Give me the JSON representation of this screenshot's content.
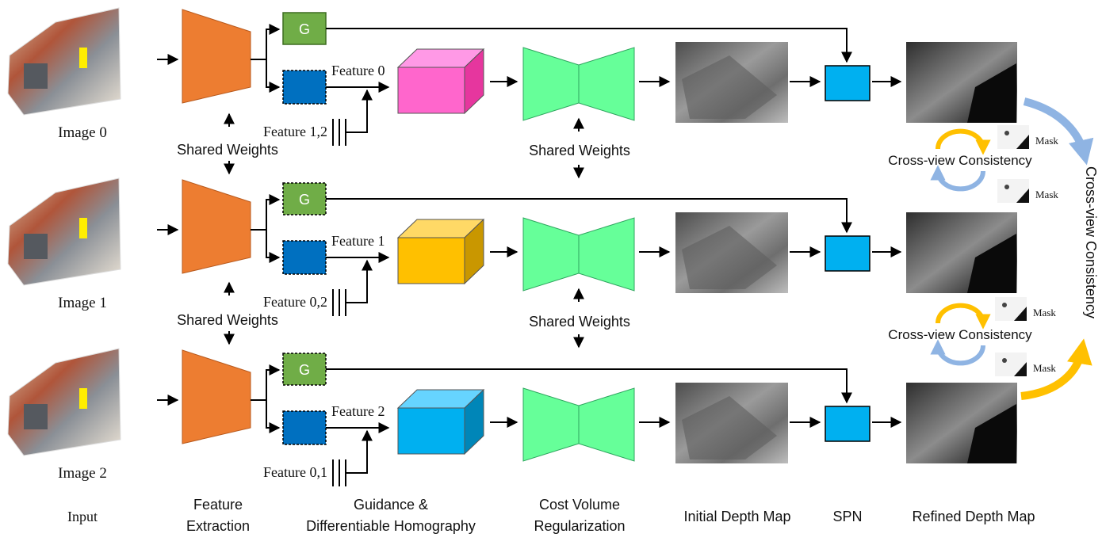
{
  "rows": [
    {
      "image_label": "Image 0",
      "feature_label": "Feature 0",
      "other_features_label": "Feature 1,2",
      "volume_color": "#ff66cc",
      "volume_top": "#ff99e6",
      "volume_side": "#e6369e"
    },
    {
      "image_label": "Image 1",
      "feature_label": "Feature 1",
      "other_features_label": "Feature 0,2",
      "volume_color": "#ffc000",
      "volume_top": "#ffd966",
      "volume_side": "#c99700"
    },
    {
      "image_label": "Image 2",
      "feature_label": "Feature 2",
      "other_features_label": "Feature 0,1",
      "volume_color": "#00b0f0",
      "volume_top": "#66d4ff",
      "volume_side": "#0086b8"
    }
  ],
  "guidance_label": "G",
  "shared_weights_label": "Shared Weights",
  "cross_view_label": "Cross-view Consistency",
  "mask_label": "Mask",
  "stage_labels": {
    "input": "Input",
    "feature_extraction": [
      "Feature",
      "Extraction"
    ],
    "guidance_homography": [
      "Guidance &",
      "Differentiable Homography"
    ],
    "cost_volume": [
      "Cost Volume",
      "Regularization"
    ],
    "initial_depth": "Initial Depth Map",
    "spn": "SPN",
    "refined_depth": "Refined Depth Map"
  },
  "colors": {
    "encoder": "#ed7d31",
    "guidance_box": "#70ad47",
    "feature_box": "#0070c0",
    "regularization": "#66ff99",
    "spn_box": "#00b0f0",
    "arc_yellow": "#ffc000",
    "arc_blue": "#8fb4e3"
  }
}
